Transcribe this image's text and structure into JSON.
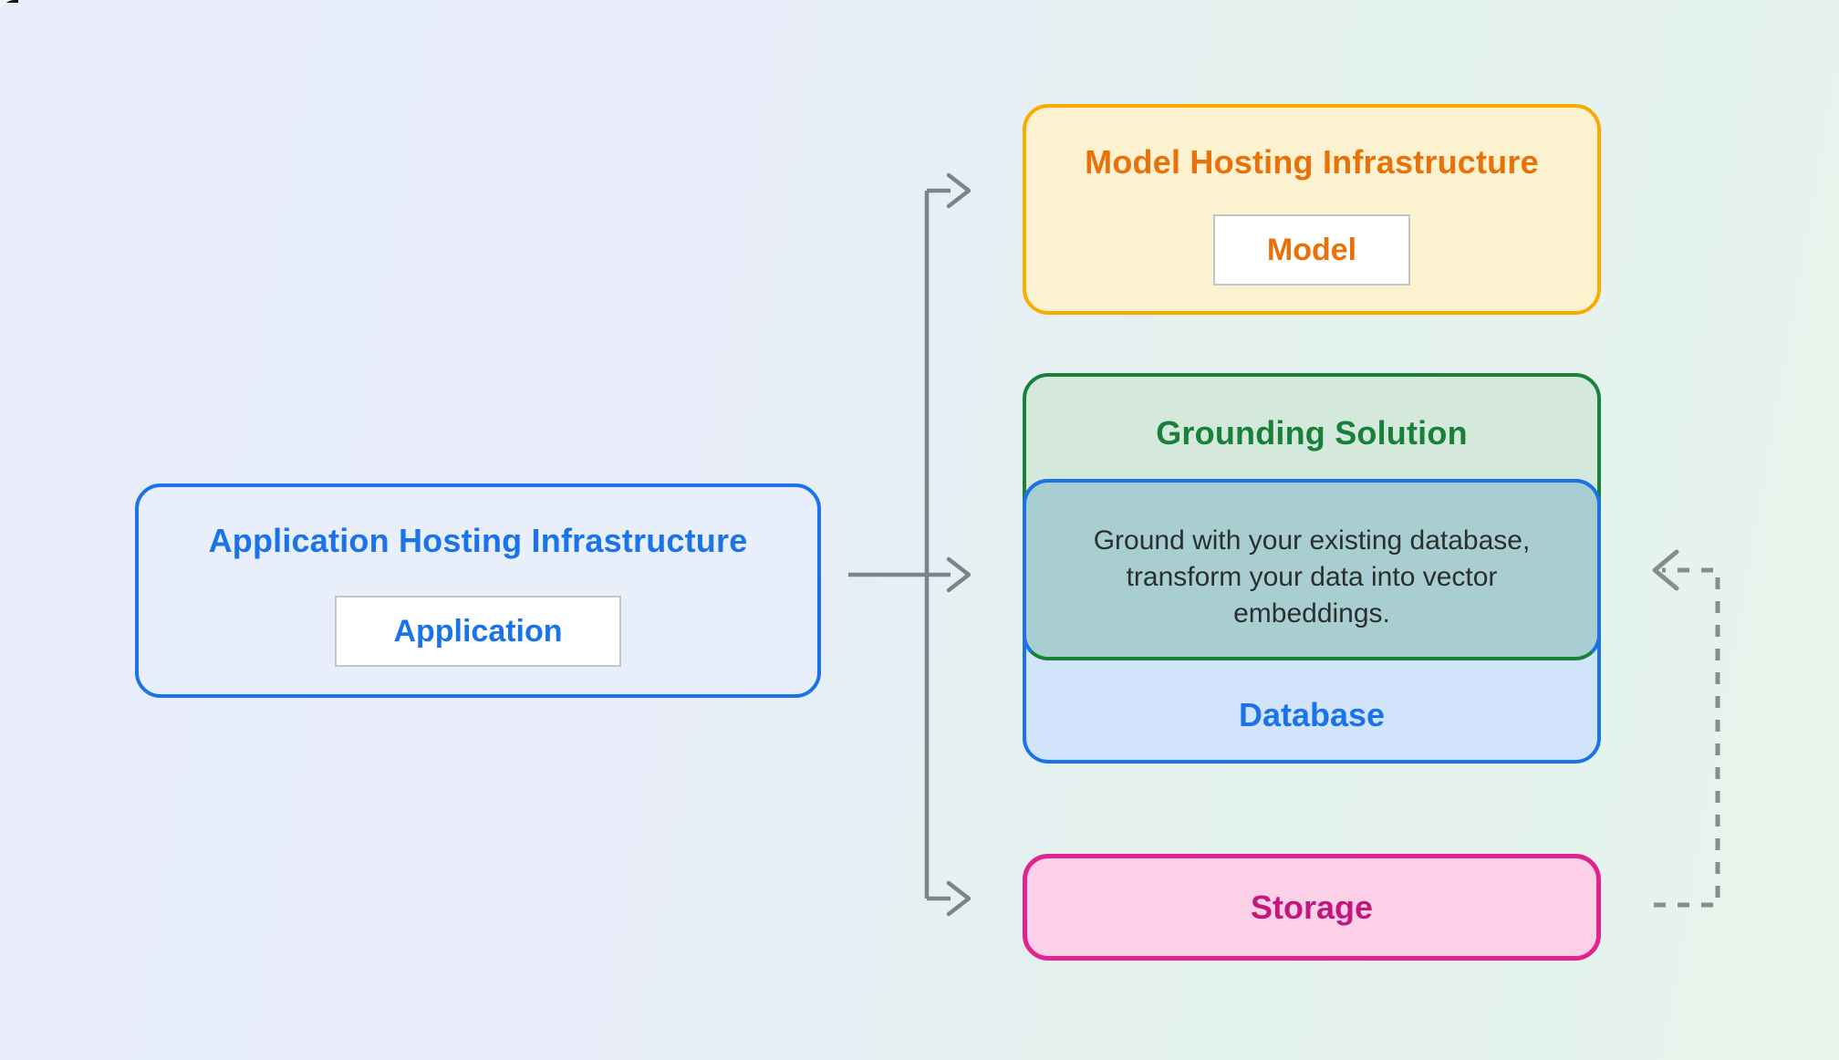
{
  "application_hosting": {
    "title": "Application Hosting Infrastructure",
    "chip_label": "Application"
  },
  "model_hosting": {
    "title": "Model Hosting Infrastructure",
    "chip_label": "Model"
  },
  "grounding_solution": {
    "title": "Grounding Solution",
    "description": "Ground with your existing database, transform your data into vector embeddings.",
    "description_lines": [
      "Ground with your existing database,",
      "transform your data into vector",
      "embeddings."
    ]
  },
  "database": {
    "label": "Database"
  },
  "storage": {
    "label": "Storage"
  },
  "palette": {
    "background_left": "#e9edfa",
    "background_right": "#e6f4ec",
    "blue_border": "#1a73e8",
    "blue_text": "#1a73e8",
    "blue_fill": "#d2e4fb",
    "app_fill": "#e9eefb",
    "yellow_border": "#f9ab00",
    "yellow_fill": "#fdf2d0",
    "orange_text": "#e8710a",
    "green_border": "#1a8139",
    "green_fill": "#d4e9db",
    "green_text": "#188038",
    "overlap_teal_fill": "#a9ced1",
    "pink_border": "#e0238e",
    "pink_fill": "#fcd1e8",
    "pink_text": "#c2177c",
    "connector_gray": "#7d8388",
    "dashed_gray": "#868d91",
    "description_text": "#2b2f30",
    "chip_border": "#c2c6cb",
    "chip_fill": "#ffffff"
  }
}
